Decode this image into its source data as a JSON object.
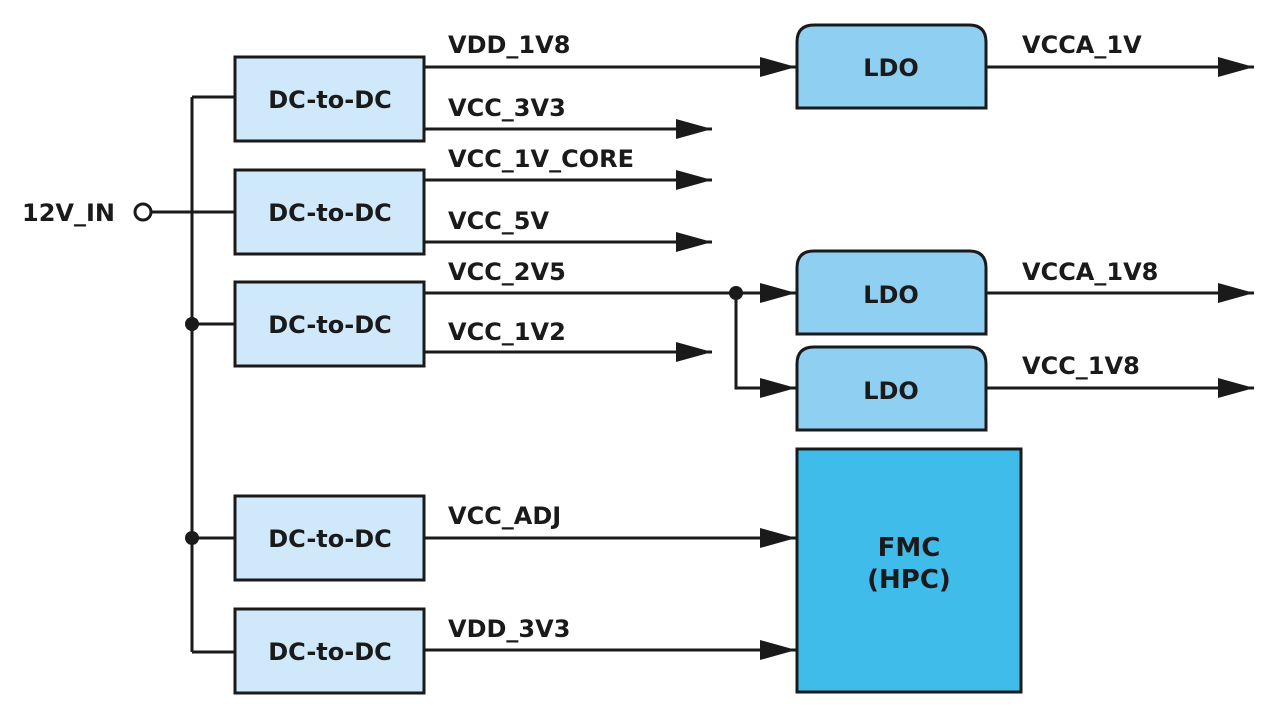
{
  "input": {
    "label": "12V_IN"
  },
  "dcdc_blocks": [
    {
      "label": "DC-to-DC",
      "outputs": [
        "VDD_1V8",
        "VCC_3V3"
      ]
    },
    {
      "label": "DC-to-DC",
      "outputs": [
        "VCC_1V_CORE",
        "VCC_5V"
      ]
    },
    {
      "label": "DC-to-DC",
      "outputs": [
        "VCC_2V5",
        "VCC_1V2"
      ]
    },
    {
      "label": "DC-to-DC",
      "outputs": [
        "VCC_ADJ"
      ]
    },
    {
      "label": "DC-to-DC",
      "outputs": [
        "VDD_3V3"
      ]
    }
  ],
  "ldo_blocks": [
    {
      "label": "LDO",
      "output": "VCCA_1V"
    },
    {
      "label": "LDO",
      "output": "VCCA_1V8"
    },
    {
      "label": "LDO",
      "output": "VCC_1V8"
    }
  ],
  "fmc": {
    "line1": "FMC",
    "line2": "(HPC)"
  },
  "colors": {
    "dcdc_fill": "#cfe8fa",
    "ldo_fill": "#8fd0f2",
    "fmc_fill": "#3fbcea",
    "wire": "#1a1a1a"
  }
}
